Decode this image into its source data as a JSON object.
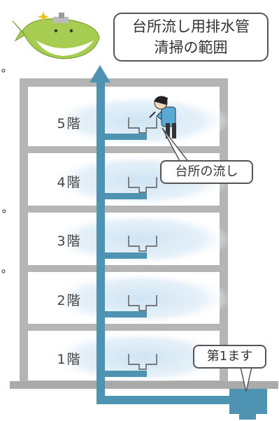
{
  "title": {
    "line1": "台所流し用排水管",
    "line2": "清掃の範囲"
  },
  "floors": [
    {
      "label": "5階"
    },
    {
      "label": "4階"
    },
    {
      "label": "3階"
    },
    {
      "label": "2階"
    },
    {
      "label": "1階"
    }
  ],
  "callouts": {
    "sink": "台所の流し",
    "trap": "第1ます"
  },
  "colors": {
    "pipe": "#4f93b3",
    "building_frame": "#b5b5b5",
    "room_glow": "#d3e7f4",
    "whale": "#a6cc52"
  },
  "icons": [
    "whale-mascot-icon",
    "person-cleaning-icon",
    "up-arrow-icon"
  ]
}
